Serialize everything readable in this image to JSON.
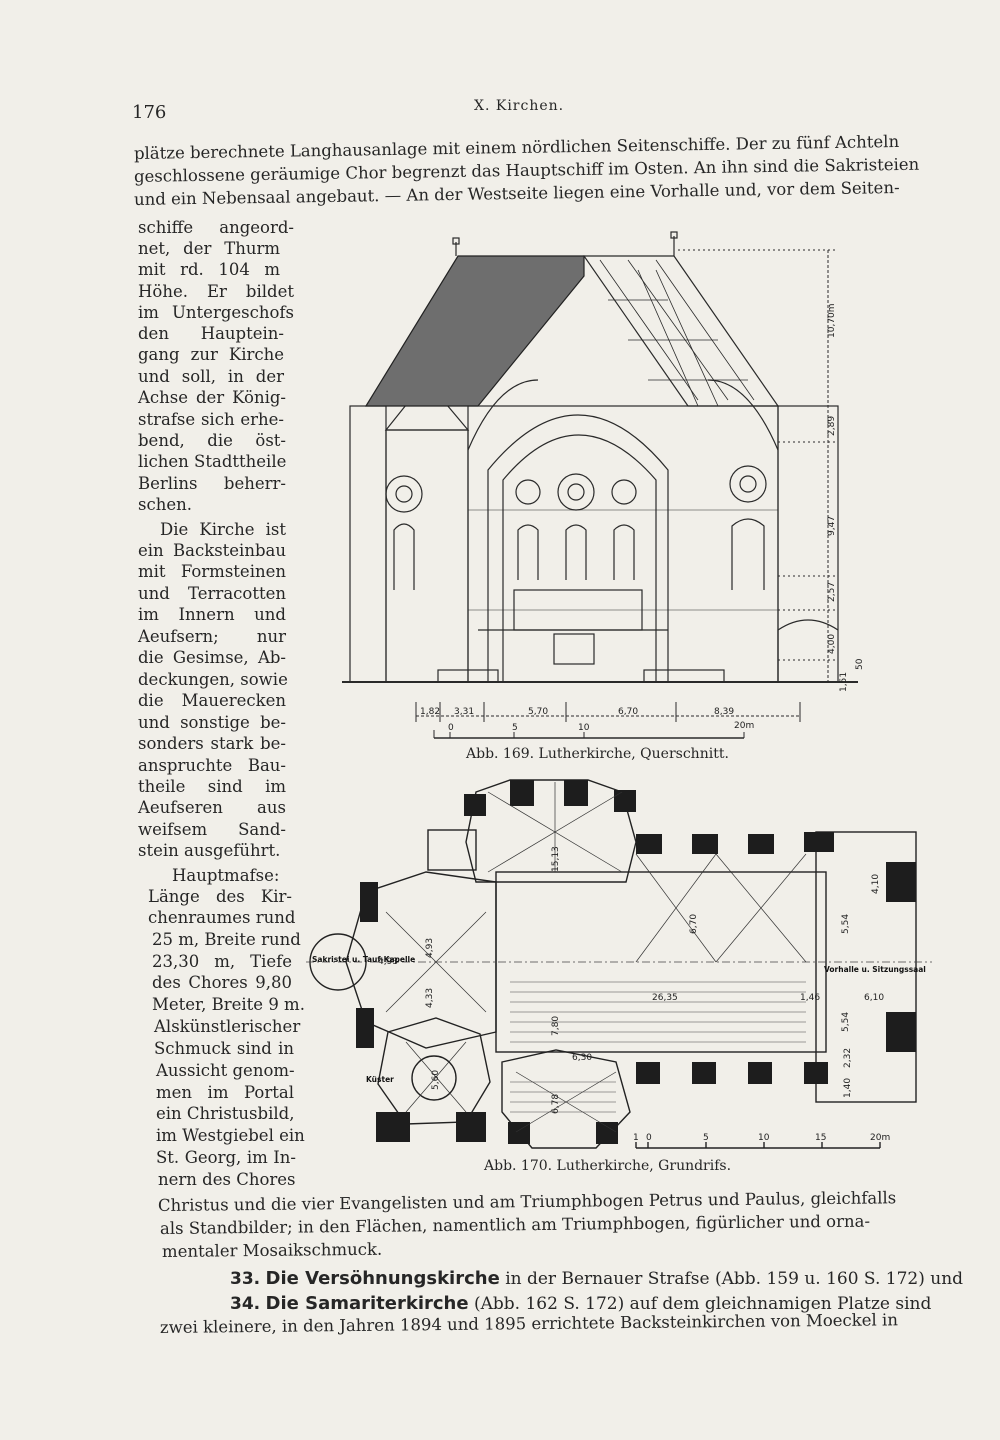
{
  "page_number": "176",
  "running_head": "X. Kirchen.",
  "intro_lines": [
    "plätze berechnete Langhausanlage mit einem nördlichen Seitenschiffe.  Der zu fünf Achteln",
    "geschlossene geräumige Chor begrenzt das Hauptschiff im Osten.  An ihn sind die Sakristeien",
    "und ein Nebensaal angebaut. — An der Westseite liegen eine Vorhalle und, vor dem Seiten-"
  ],
  "column_lines": [
    "schiffe angeord-",
    "net, der Thurm",
    "mit rd. 104 m",
    "Höhe. Er bildet",
    "im Untergeschofs",
    "den Hauptein-",
    "gang zur Kirche",
    "und soll, in der",
    "Achse der König-",
    "strafse sich erhe-",
    "bend, die öst-",
    "lichen Stadttheile",
    "Berlins beherr-",
    "schen.",
    "Die Kirche ist",
    "ein Backsteinbau",
    "mit Formsteinen",
    "und Terracotten",
    "im Innern und",
    "Aeufsern; nur",
    "die Gesimse, Ab-",
    "deckungen, sowie",
    "die Mauerecken",
    "und sonstige be-",
    "sonders stark be-",
    "anspruchte Bau-",
    "theile sind im",
    "Aeufseren aus",
    "weifsem Sand-",
    "stein ausgeführt.",
    "Hauptmafse:",
    "Länge des Kir-",
    "chenraumes rund",
    "25 m, Breite rund",
    "23,30 m, Tiefe",
    "des Chores 9,80",
    "Meter, Breite 9 m.",
    "Alskünstlerischer",
    "Schmuck sind in",
    "Aussicht genom-",
    "men im Portal",
    "ein Christusbild,",
    "im Westgiebel ein",
    "St. Georg, im In-",
    "nern des Chores"
  ],
  "closing_lines": [
    "Christus und die vier Evangelisten und am Triumphbogen Petrus und Paulus, gleichfalls",
    "als Standbilder; in den Flächen, namentlich am Triumphbogen, figürlicher und orna-",
    "mentaler Mosaikschmuck."
  ],
  "section_33": {
    "num": "33.",
    "title": "Die Versöhnungskirche",
    "rest": " in der Bernauer Strafse (Abb. 159 u. 160 S. 172) und"
  },
  "section_34": {
    "num": "34.",
    "title": "Die Samariterkirche",
    "rest": " (Abb. 162 S. 172) auf dem gleichnamigen Platze sind"
  },
  "final_line": "zwei kleinere, in den Jahren 1894 und 1895 errichtete Backsteinkirchen von Moeckel in",
  "figure_169": {
    "caption": "Abb. 169.  Lutherkirche, Querschnitt.",
    "vertical_dims": [
      "10,70m",
      "2,89",
      "9,47",
      "2,57",
      "4,00",
      "1,51",
      "50"
    ],
    "horizontal_dims": [
      "1,82",
      "3,31",
      "5,70",
      "6,70",
      "8,39"
    ],
    "scale": [
      "0",
      "5",
      "10",
      "20m"
    ]
  },
  "figure_170": {
    "caption": "Abb. 170.  Lutherkirche, Grundrifs.",
    "room_labels": [
      "Sakristei u. Tauf-Kapelle",
      "Vorhalle u. Sitzungssaal",
      "Küster"
    ],
    "dims": [
      "15,13",
      "4,93",
      "4,93",
      "4,33",
      "6,70",
      "26,35",
      "7,80",
      "6,30",
      "6,78",
      "5,60",
      "4,10",
      "5,54",
      "6,10",
      "5,54",
      "1,46",
      "2,32",
      "1,40"
    ],
    "scale": [
      "1",
      "0",
      "5",
      "10",
      "15",
      "20m"
    ]
  },
  "colors": {
    "paper": "#f1efe9",
    "ink": "#262626"
  }
}
